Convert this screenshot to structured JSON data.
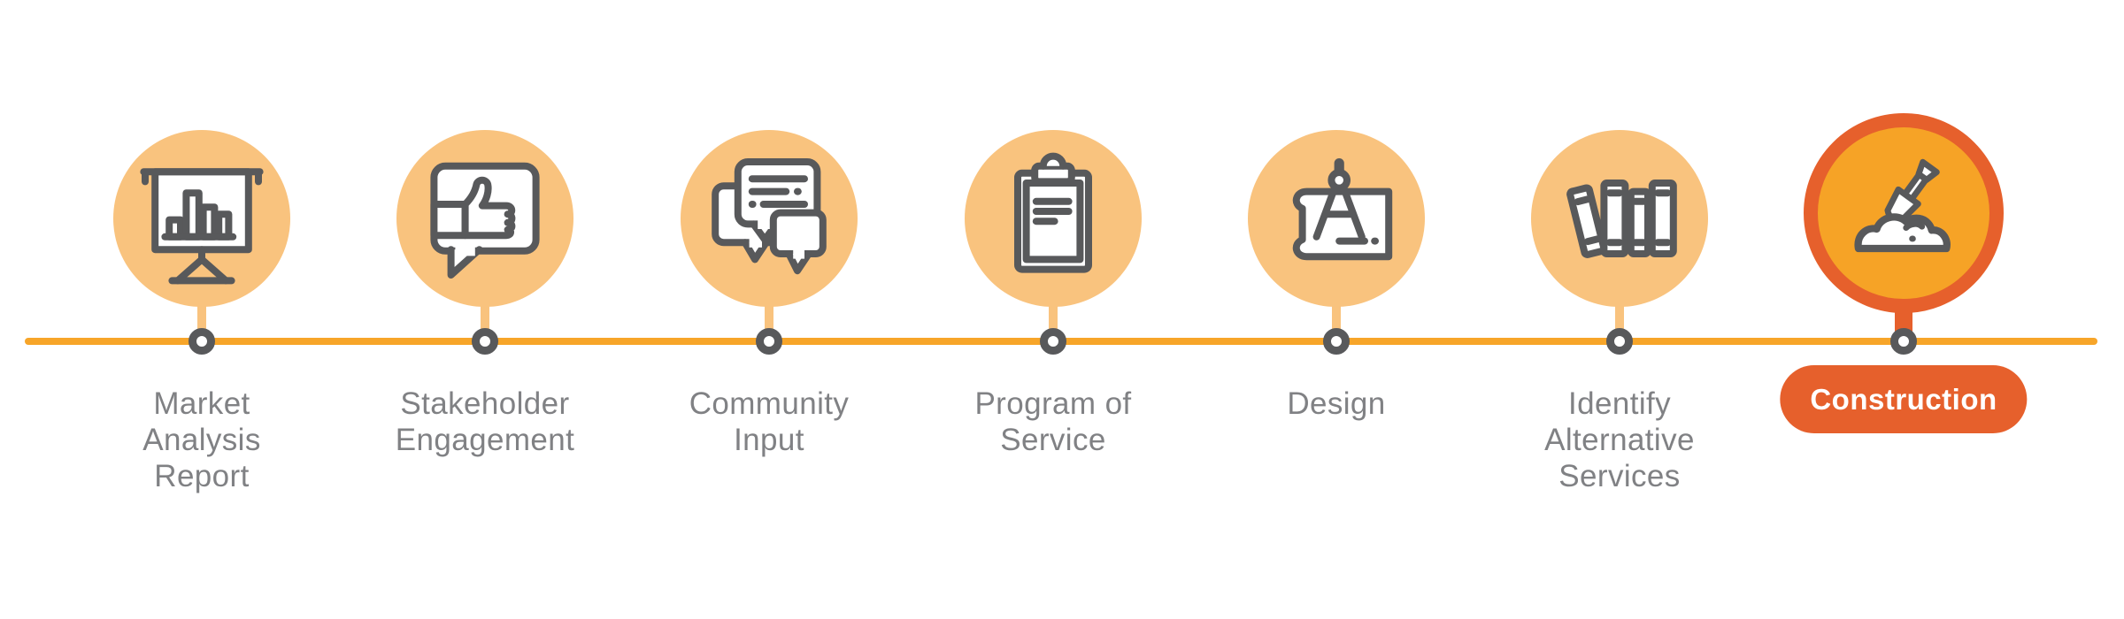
{
  "diagram_title": "",
  "colors": {
    "circle-orange": "#F9C37E",
    "line-orange": "#F7A529",
    "highlight-orange": "#E6602C",
    "highlight-fill": "#F6A326",
    "icon-gray": "#58595B",
    "node-gray": "#58595B",
    "label-gray": "#808184",
    "pill-text": "#FFFFFF"
  },
  "timeline": {
    "orientation": "horizontal",
    "stage_count": 7,
    "highlighted_stage": "Construction"
  },
  "stages": [
    {
      "id": "market-analysis-report",
      "label": "Market\nAnalysis\nReport",
      "icon": "presentation-bar-chart-icon",
      "state": "default"
    },
    {
      "id": "stakeholder-engagement",
      "label": "Stakeholder\nEngagement",
      "icon": "thumbs-up-bubble-icon",
      "state": "default"
    },
    {
      "id": "community-input",
      "label": "Community\nInput",
      "icon": "chat-bubbles-icon",
      "state": "default"
    },
    {
      "id": "program-of-service",
      "label": "Program of\nService",
      "icon": "clipboard-icon",
      "state": "default"
    },
    {
      "id": "design",
      "label": "Design",
      "icon": "blueprint-compass-icon",
      "state": "default"
    },
    {
      "id": "identify-alternative-services",
      "label": "Identify\nAlternative\nServices",
      "icon": "books-icon",
      "state": "default"
    },
    {
      "id": "construction",
      "label": "Construction",
      "icon": "shovel-dirt-icon",
      "state": "highlighted"
    }
  ]
}
